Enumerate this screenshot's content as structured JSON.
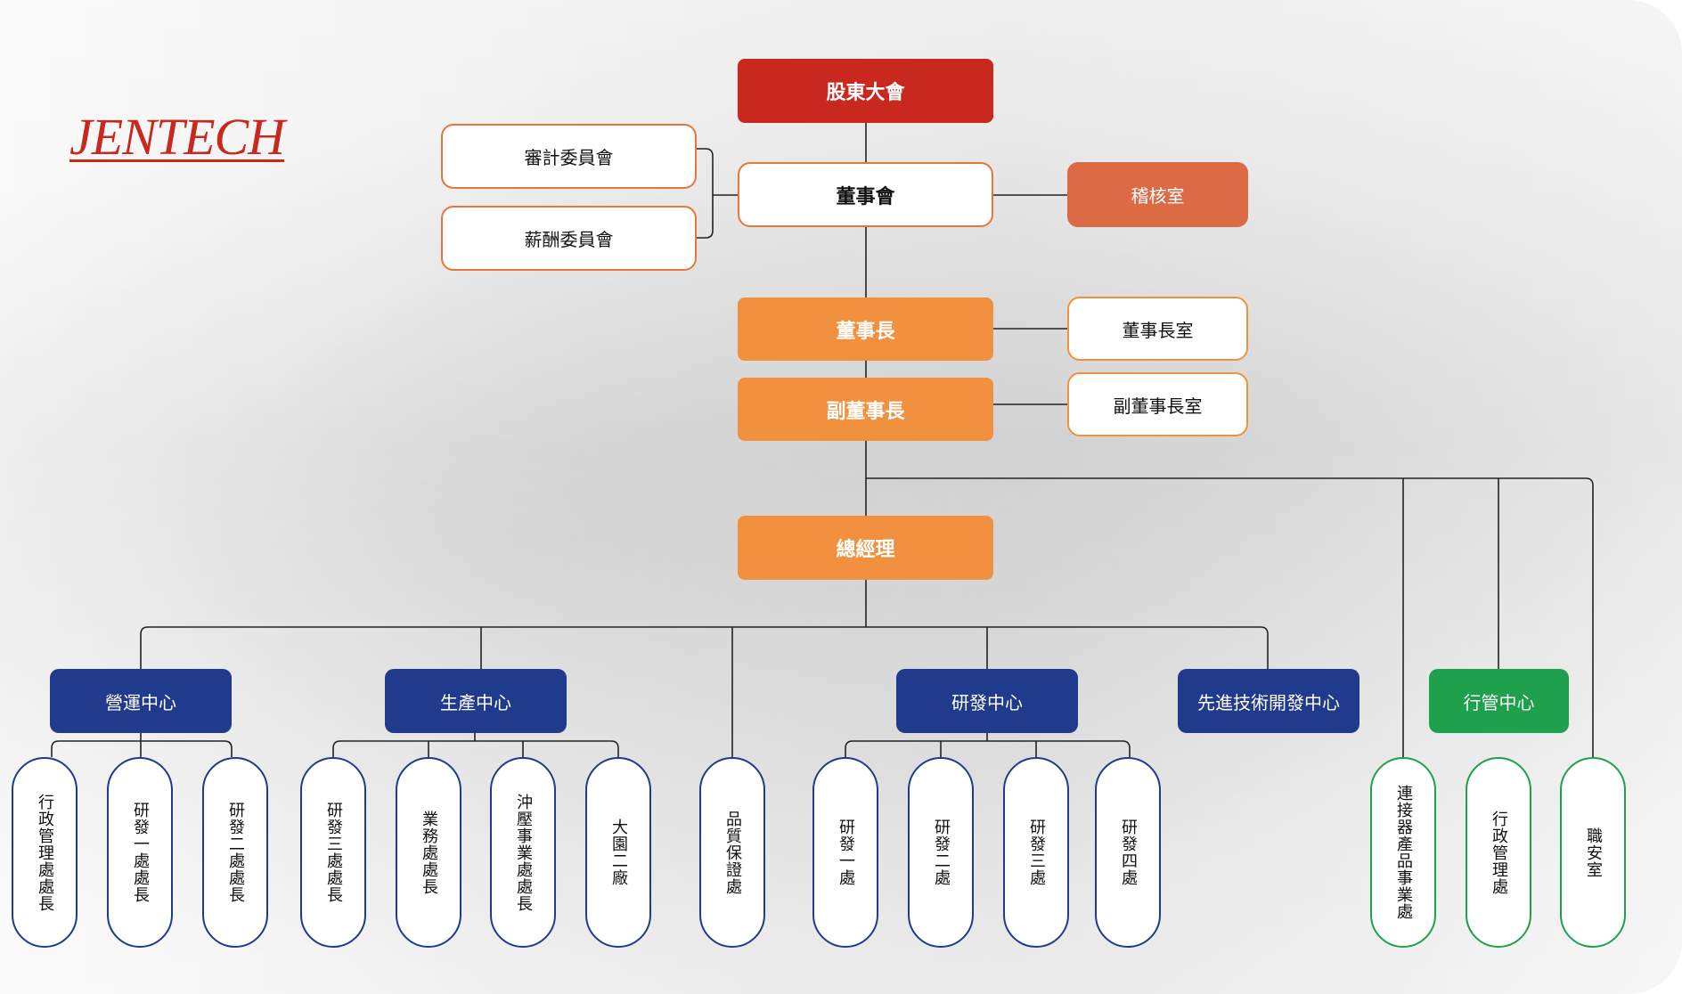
{
  "logo": "JENTECH",
  "top": {
    "shareholders": "股東大會",
    "audit_committee": "審計委員會",
    "remuneration_committee": "薪酬委員會",
    "board": "董事會",
    "audit_office": "稽核室",
    "chairman": "董事長",
    "chairman_office": "董事長室",
    "vice_chairman": "副董事長",
    "vice_chairman_office": "副董事長室",
    "general_manager": "總經理"
  },
  "centers": {
    "operations": "營運中心",
    "production": "生產中心",
    "rnd": "研發中心",
    "advanced": "先進技術開發中心",
    "admin": "行管中心"
  },
  "units": {
    "ops_admin_head": "行政管理處處長",
    "ops_rd1_head": "研發一處處長",
    "ops_rd2_head": "研發二處處長",
    "prod_rd3_head": "研發三處處長",
    "prod_sales_head": "業務處處長",
    "prod_stamping_head": "沖壓事業處處長",
    "prod_plant2": "大園二廠",
    "quality": "品質保證處",
    "rnd1": "研發一處",
    "rnd2": "研發二處",
    "rnd3": "研發三處",
    "rnd4": "研發四處",
    "connector_bu": "連接器產品事業處",
    "admin_mgmt": "行政管理處",
    "safety_office": "職安室"
  },
  "colors": {
    "red": "#c8281e",
    "orange": "#f1913f",
    "rust": "#db6a45",
    "navy": "#203a8c",
    "green": "#1ea04d"
  }
}
